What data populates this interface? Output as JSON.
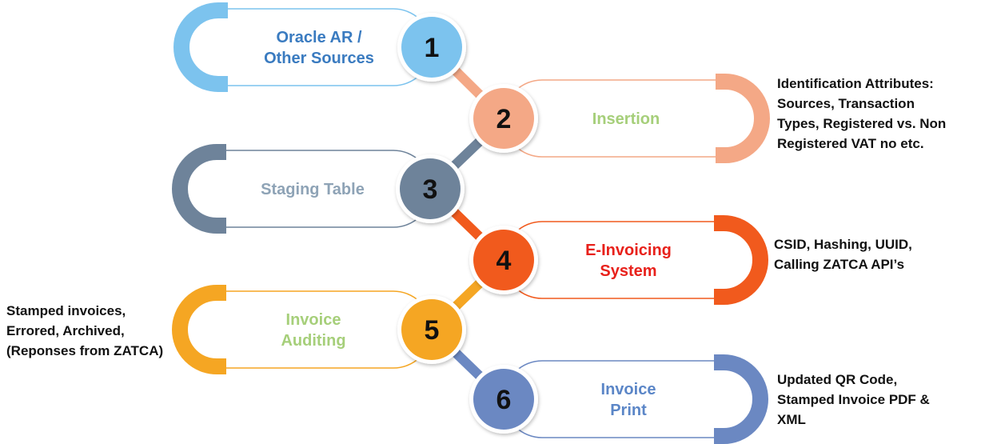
{
  "steps": [
    {
      "number": "1",
      "lines": [
        "Oracle AR /",
        "Other Sources"
      ],
      "color": "#7cc3ee",
      "text_color": "#3a7bc0",
      "side": "left"
    },
    {
      "number": "2",
      "lines": [
        "Insertion"
      ],
      "color": "#f4a886",
      "text_color": "#a6cf7a",
      "side": "right"
    },
    {
      "number": "3",
      "lines": [
        "Staging Table"
      ],
      "color": "#6e839a",
      "text_color": "#8ea3b6",
      "side": "left"
    },
    {
      "number": "4",
      "lines": [
        "E-Invoicing",
        "System"
      ],
      "color": "#f15a1d",
      "text_color": "#e8211b",
      "side": "right"
    },
    {
      "number": "5",
      "lines": [
        "Invoice",
        "Auditing"
      ],
      "color": "#f5a623",
      "text_color": "#a6cf7a",
      "side": "left"
    },
    {
      "number": "6",
      "lines": [
        "Invoice",
        "Print"
      ],
      "color": "#6b88c2",
      "text_color": "#5b86c7",
      "side": "right"
    }
  ],
  "notes": {
    "step2": [
      "Identification Attributes:",
      "Sources, Transaction",
      "Types, Registered vs. Non",
      "Registered VAT no etc."
    ],
    "step4": [
      "CSID, Hashing, UUID,",
      "Calling ZATCA API’s"
    ],
    "step5": [
      "Stamped invoices,",
      "Errored, Archived,",
      "(Reponses from ZATCA)"
    ],
    "step6": [
      "Updated QR Code,",
      "Stamped Invoice PDF &",
      "XML"
    ]
  }
}
